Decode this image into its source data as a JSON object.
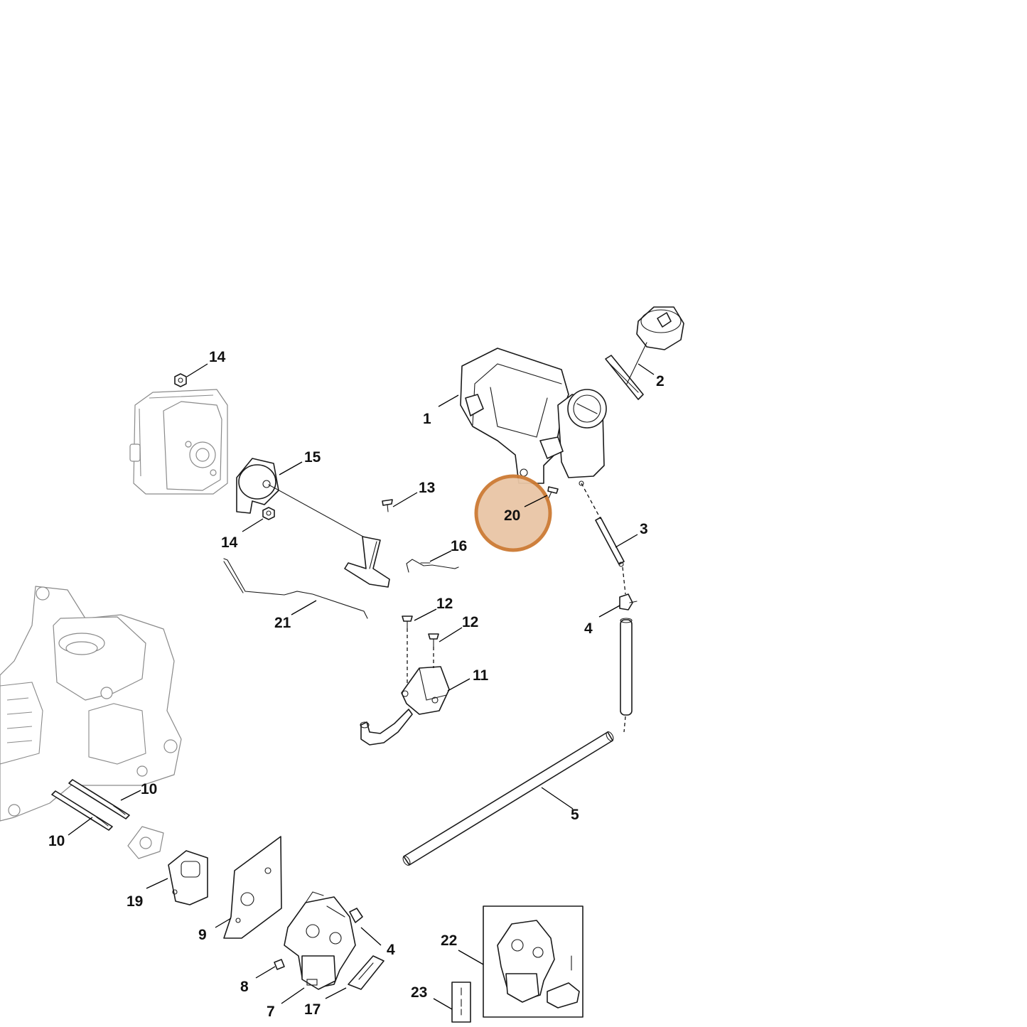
{
  "colors": {
    "highlight_fill": "#e9c6a6",
    "highlight_ring": "#cc7a33",
    "line": "#1a1a1a",
    "ghost": "#8a8a8a"
  },
  "highlighted_part": "20",
  "callouts": {
    "c1": "1",
    "c2": "2",
    "c3": "3",
    "c4a": "4",
    "c4b": "4",
    "c5": "5",
    "c7": "7",
    "c8": "8",
    "c9": "9",
    "c10a": "10",
    "c10b": "10",
    "c11": "11",
    "c12a": "12",
    "c12b": "12",
    "c13": "13",
    "c14a": "14",
    "c14b": "14",
    "c15": "15",
    "c16": "16",
    "c17": "17",
    "c19": "19",
    "c20": "20",
    "c21": "21",
    "c22": "22",
    "c23": "23"
  }
}
